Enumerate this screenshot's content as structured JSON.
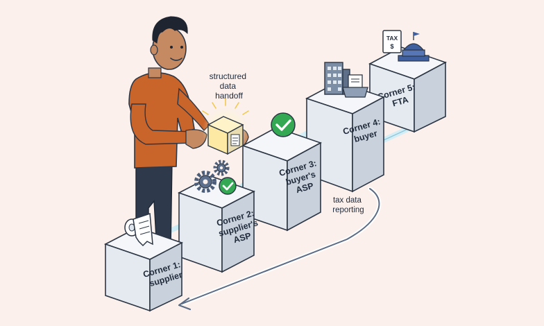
{
  "diagram": {
    "corners": [
      {
        "line1": "Corner 1:",
        "line2": "supplier",
        "line3": ""
      },
      {
        "line1": "Corner 2:",
        "line2": "supplier's",
        "line3": "ASP"
      },
      {
        "line1": "Corner 3:",
        "line2": "buyer's",
        "line3": "ASP"
      },
      {
        "line1": "Corner 4:",
        "line2": "buyer",
        "line3": ""
      },
      {
        "line1": "Corner 5:",
        "line2": "FTA",
        "line3": ""
      }
    ],
    "handoff_label": {
      "line1": "structured",
      "line2": "data",
      "line3": "handoff"
    },
    "reporting_label": {
      "line1": "tax data",
      "line2": "reporting"
    },
    "tax_doc_text": {
      "line1": "TAX",
      "line2": "$"
    },
    "colors": {
      "background": "#fbf0ec",
      "box_front": "#e5eaf0",
      "box_side": "#c9d2dc",
      "box_top": "#f4f6f9",
      "outline": "#2c3644",
      "check_green": "#34a853",
      "shirt": "#c9642b",
      "pipe_glow": "#bfe7f2",
      "capitol_blue": "#3f5f9e"
    }
  }
}
